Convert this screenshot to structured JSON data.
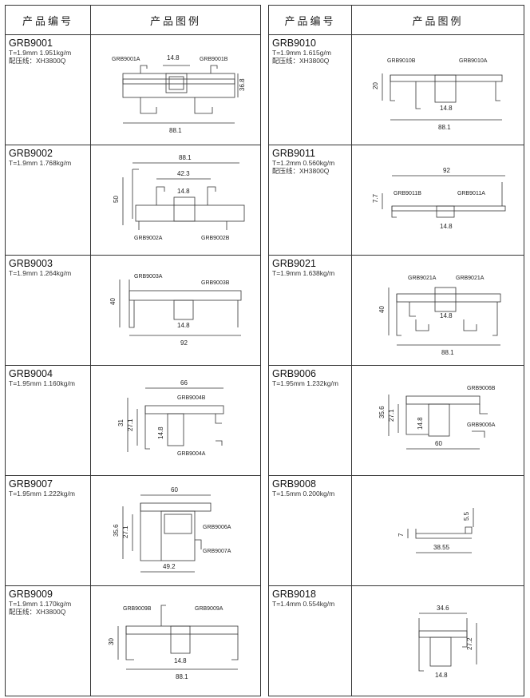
{
  "headers": {
    "code": "产品编号",
    "figure": "产品图例"
  },
  "left": [
    {
      "code": "GRB9001",
      "spec": "T=1.9mm  1.951kg/m",
      "line": "配压线：XH3800Q",
      "labels": [
        "GRB9001A",
        "GRB9001B"
      ],
      "dims": [
        "14.8",
        "36.8",
        "88.1"
      ]
    },
    {
      "code": "GRB9002",
      "spec": "T=1.9mm  1.768kg/m",
      "line": "",
      "labels": [
        "GRB9002A",
        "GRB9002B"
      ],
      "dims": [
        "88.1",
        "42.3",
        "14.8",
        "50"
      ]
    },
    {
      "code": "GRB9003",
      "spec": "T=1.9mm  1.264kg/m",
      "line": "",
      "labels": [
        "GRB9003A",
        "GRB9003B"
      ],
      "dims": [
        "40",
        "14.8",
        "92"
      ]
    },
    {
      "code": "GRB9004",
      "spec": "T=1.95mm  1.160kg/m",
      "line": "",
      "labels": [
        "GRB9004B",
        "GRB9004A"
      ],
      "dims": [
        "66",
        "31",
        "27.1",
        "14.8"
      ]
    },
    {
      "code": "GRB9007",
      "spec": "T=1.95mm  1.222kg/m",
      "line": "",
      "labels": [
        "GRB9006A",
        "GRB9007A"
      ],
      "dims": [
        "60",
        "35.6",
        "27.1",
        "49.2"
      ]
    },
    {
      "code": "GRB9009",
      "spec": "T=1.9mm  1.170kg/m",
      "line": "配压线：XH3800Q",
      "labels": [
        "GRB9009B",
        "GRB9009A"
      ],
      "dims": [
        "30",
        "14.8",
        "88.1"
      ]
    }
  ],
  "right": [
    {
      "code": "GRB9010",
      "spec": "T=1.9mm  1.615g/m",
      "line": "配压线：XH3800Q",
      "labels": [
        "GRB9010B",
        "GRB9010A"
      ],
      "dims": [
        "20",
        "14.8",
        "88.1"
      ]
    },
    {
      "code": "GRB9011",
      "spec": "T=1.2mm  0.560kg/m",
      "line": "配压线：XH3800Q",
      "labels": [
        "GRB9011B",
        "GRB9011A"
      ],
      "dims": [
        "92",
        "7.7",
        "14.8"
      ]
    },
    {
      "code": "GRB9021",
      "spec": "T=1.9mm  1.638kg/m",
      "line": "",
      "labels": [
        "GRB9021A",
        "GRB9021A"
      ],
      "dims": [
        "40",
        "14.8",
        "88.1"
      ]
    },
    {
      "code": "GRB9006",
      "spec": "T=1.95mm  1.232kg/m",
      "line": "",
      "labels": [
        "GRB9006B",
        "GRB9006A"
      ],
      "dims": [
        "35.6",
        "27.1",
        "14.8",
        "60"
      ]
    },
    {
      "code": "GRB9008",
      "spec": "T=1.5mm  0.200kg/m",
      "line": "",
      "labels": [],
      "dims": [
        "5.5",
        "7",
        "38.55"
      ]
    },
    {
      "code": "GRB9018",
      "spec": "T=1.4mm  0.554kg/m",
      "line": "",
      "labels": [],
      "dims": [
        "34.6",
        "27.2",
        "14.8"
      ]
    }
  ]
}
